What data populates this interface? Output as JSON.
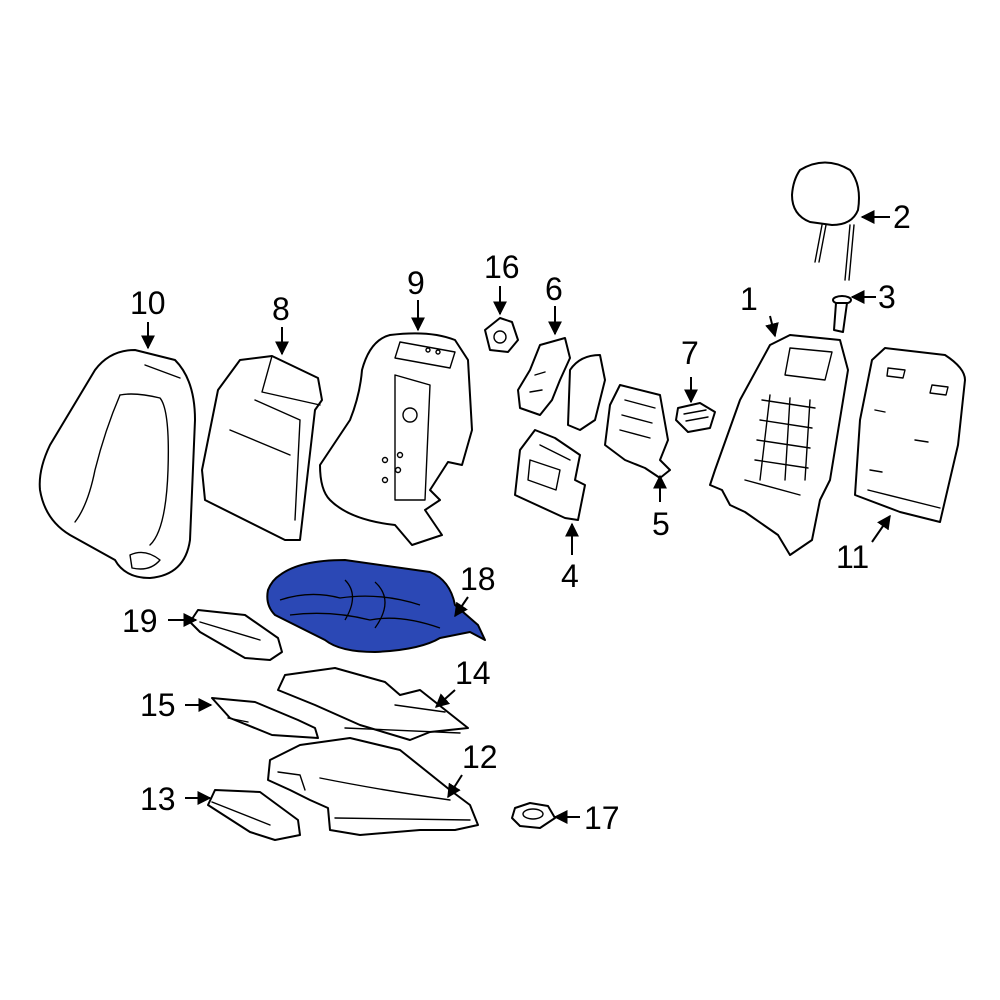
{
  "diagram": {
    "highlight_color": "#2b48b5",
    "callouts": [
      {
        "id": "1",
        "label": "1"
      },
      {
        "id": "2",
        "label": "2"
      },
      {
        "id": "3",
        "label": "3"
      },
      {
        "id": "4",
        "label": "4"
      },
      {
        "id": "5",
        "label": "5"
      },
      {
        "id": "6",
        "label": "6"
      },
      {
        "id": "7",
        "label": "7"
      },
      {
        "id": "8",
        "label": "8"
      },
      {
        "id": "9",
        "label": "9"
      },
      {
        "id": "10",
        "label": "10"
      },
      {
        "id": "11",
        "label": "11"
      },
      {
        "id": "12",
        "label": "12"
      },
      {
        "id": "13",
        "label": "13"
      },
      {
        "id": "14",
        "label": "14"
      },
      {
        "id": "15",
        "label": "15"
      },
      {
        "id": "16",
        "label": "16"
      },
      {
        "id": "17",
        "label": "17"
      },
      {
        "id": "18",
        "label": "18"
      },
      {
        "id": "19",
        "label": "19"
      }
    ]
  }
}
